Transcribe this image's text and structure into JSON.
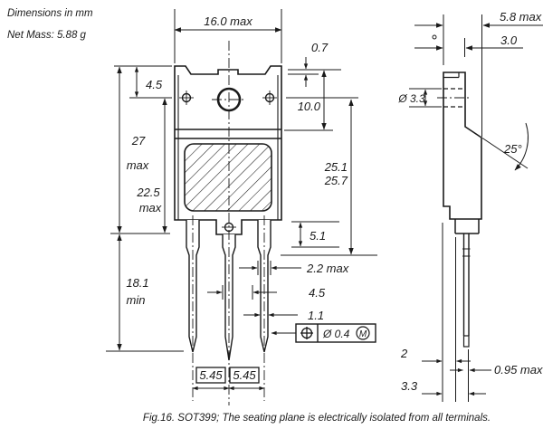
{
  "header": {
    "dimensions_note": "Dimensions in mm",
    "net_mass": "Net Mass: 5.88 g"
  },
  "front": {
    "overall_width": "16.0 max",
    "tab_height": "0.7",
    "hole_offset": "4.5",
    "total_height": "27",
    "total_height_qual": "max",
    "hole_to_seat": "22.5",
    "hole_to_seat_qual": "max",
    "flange_height": "10.0",
    "hole_to_shoulder_a": "25.1",
    "hole_to_shoulder_b": "25.7",
    "shoulder_height": "5.1",
    "lead_length": "18.1",
    "lead_length_qual": "min",
    "lead_wide": "2.2 max",
    "lead_gap": "4.5",
    "lead_narrow": "1.1",
    "pitch_a": "5.45",
    "pitch_b": "5.45",
    "tolerance_dia": "Ø 0.4",
    "tolerance_mod": "M"
  },
  "side": {
    "overall_thickness": "5.8 max",
    "top_thickness": "3.0",
    "hole_dia": "Ø 3.3",
    "chamfer_angle": "25°",
    "lead_pos_a": "2",
    "lead_thickness": "0.95 max",
    "lead_pos_b": "3.3"
  },
  "caption": "Fig.16.  SOT399; The seating plane is electrically isolated from all terminals."
}
